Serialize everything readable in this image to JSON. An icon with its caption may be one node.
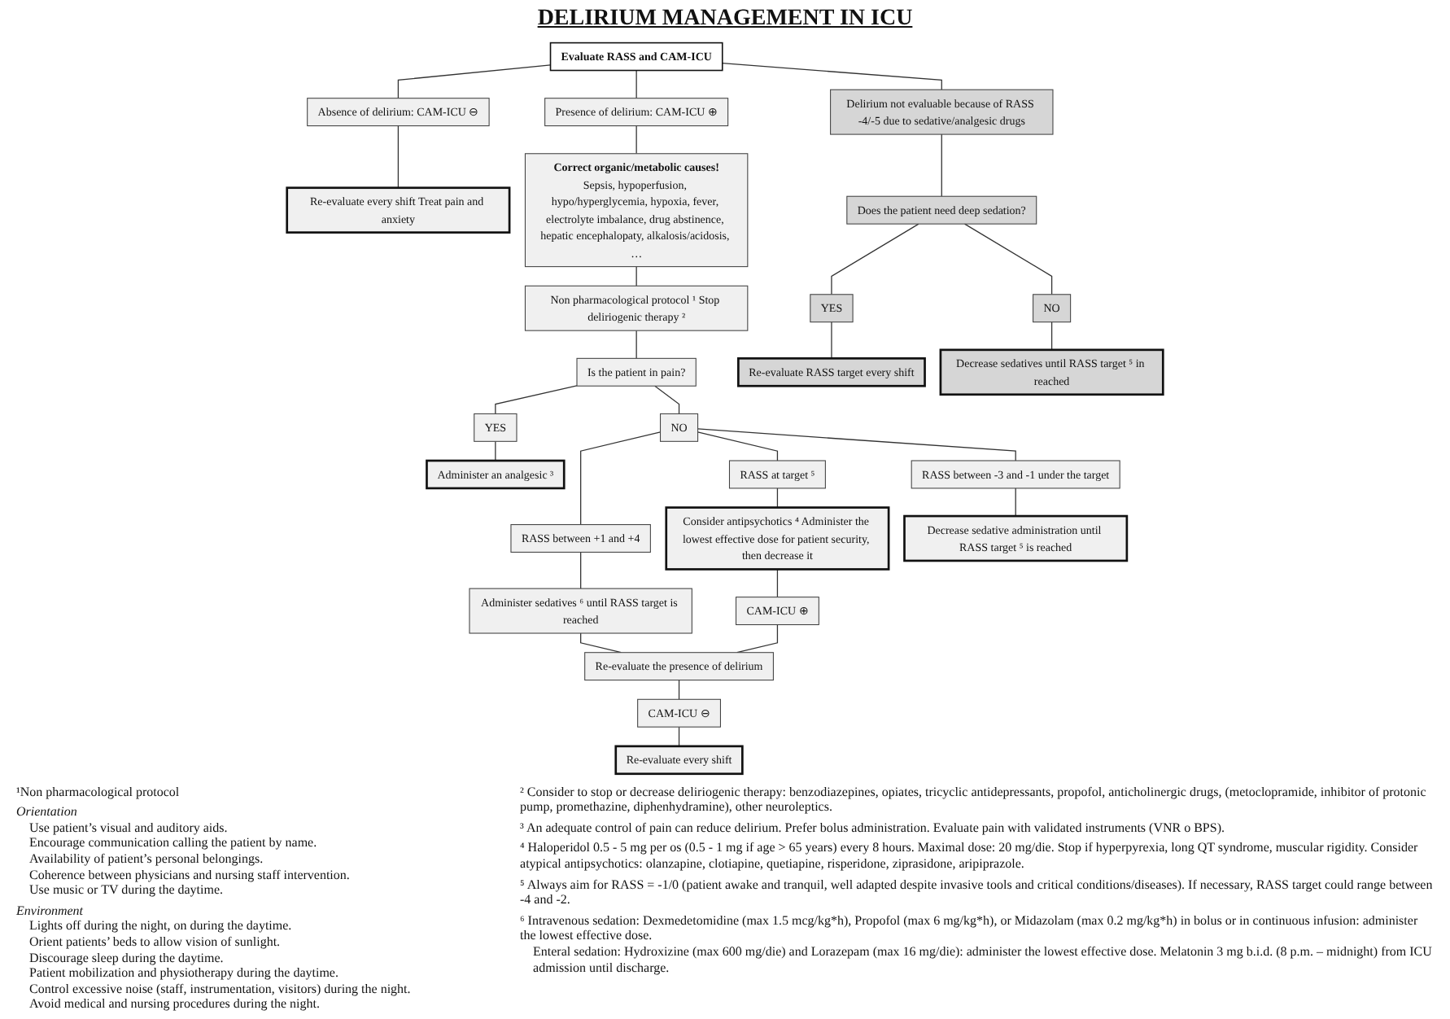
{
  "diagram": {
    "title": "DELIRIUM MANAGEMENT IN ICU",
    "nodes": [
      {
        "text": [
          "Evaluate RASS and CAM-ICU"
        ]
      },
      {
        "text": [
          "Absence of delirium: CAM-ICU ⊖"
        ]
      },
      {
        "text": [
          "Presence of delirium: CAM-ICU ⊕"
        ]
      },
      {
        "text": [
          "Delirium not evaluable because of RASS -4/-5 due to sedative/analgesic drugs"
        ]
      },
      {
        "text": [
          "Re-evaluate every shift Treat pain and anxiety"
        ]
      },
      {
        "text": [
          "Correct organic/metabolic causes!",
          "Sepsis, hypoperfusion, hypo/hyperglycemia, hypoxia, fever, electrolyte imbalance, drug abstinence, hepatic encephalopaty, alkalosis/acidosis, …"
        ]
      },
      {
        "text": [
          "Does the patient need deep sedation?"
        ]
      },
      {
        "text": [
          "Non pharmacological protocol ¹ Stop deliriogenic therapy ²"
        ]
      },
      {
        "text": [
          "YES"
        ]
      },
      {
        "text": [
          "NO"
        ]
      },
      {
        "text": [
          "Re-evaluate RASS target every shift"
        ]
      },
      {
        "text": [
          "Decrease sedatives until RASS target ⁵ in reached"
        ]
      },
      {
        "text": [
          "Is the patient in pain?"
        ]
      },
      {
        "text": [
          "YES"
        ]
      },
      {
        "text": [
          "NO"
        ]
      },
      {
        "text": [
          "Administer an analgesic ³"
        ]
      },
      {
        "text": [
          "RASS at target ⁵"
        ]
      },
      {
        "text": [
          "RASS between +1 and +4"
        ]
      },
      {
        "text": [
          "RASS between -3 and -1 under the target"
        ]
      },
      {
        "text": [
          "Consider antipsychotics ⁴ Administer the lowest effective dose for patient security, then decrease it"
        ]
      },
      {
        "text": [
          "Administer sedatives ⁶ until RASS target is reached"
        ]
      },
      {
        "text": [
          "Decrease sedative administration until RASS target ⁵ is reached"
        ]
      },
      {
        "text": [
          "CAM-ICU ⊕"
        ]
      },
      {
        "text": [
          "Re-evaluate the presence of delirium"
        ]
      },
      {
        "text": [
          "CAM-ICU ⊖"
        ]
      },
      {
        "text": [
          "Re-evaluate every shift"
        ]
      }
    ],
    "edges": [
      {
        "from": 0,
        "to": 1,
        "arrow": "none"
      },
      {
        "from": 1,
        "to": 4,
        "arrow": "none"
      },
      {
        "from": 0,
        "to": 2,
        "arrow": "none"
      },
      {
        "from": 2,
        "to": 5,
        "arrow": "none"
      },
      {
        "from": 5,
        "to": 7,
        "arrow": "none"
      },
      {
        "from": 7,
        "to": 12,
        "arrow": "none"
      },
      {
        "from": 12,
        "to": 13,
        "arrow": "none"
      },
      {
        "from": 12,
        "to": 14,
        "arrow": "none"
      },
      {
        "from": 13,
        "to": 15,
        "arrow": "none"
      },
      {
        "from": 14,
        "to": 16,
        "arrow": "none"
      },
      {
        "from": 14,
        "to": 17,
        "arrow": "none"
      },
      {
        "from": 14,
        "to": 18,
        "arrow": "none"
      },
      {
        "from": 16,
        "to": 19,
        "arrow": "none"
      },
      {
        "from": 17,
        "to": 20,
        "arrow": "none"
      },
      {
        "from": 18,
        "to": 21,
        "arrow": "none"
      },
      {
        "from": 19,
        "to": 22,
        "arrow": "none"
      },
      {
        "from": 20,
        "to": 23,
        "arrow": "none"
      },
      {
        "from": 22,
        "to": 23,
        "arrow": "none"
      },
      {
        "from": 23,
        "to": 24,
        "arrow": "none"
      },
      {
        "from": 24,
        "to": 25,
        "arrow": "none"
      },
      {
        "from": 0,
        "to": 3,
        "arrow": "none"
      },
      {
        "from": 3,
        "to": 6,
        "arrow": "none"
      },
      {
        "from": 6,
        "to": 8,
        "arrow": "none"
      },
      {
        "from": 6,
        "to": 9,
        "arrow": "none"
      },
      {
        "from": 8,
        "to": 10,
        "arrow": "none"
      },
      {
        "from": 9,
        "to": 11,
        "arrow": "none"
      }
    ],
    "labels": [
      "¹Non pharmacological protocol",
      "Orientation",
      "Use patient’s visual and auditory aids.",
      "Encourage communication calling the patient by name.",
      "Availability of patient’s personal belongings.",
      "Coherence between physicians and nursing staff intervention.",
      "Use music or TV during the daytime.",
      "Environment",
      "Lights off during the night, on during the daytime.",
      "Orient patients’ beds to allow vision of sunlight.",
      "Discourage sleep during the daytime.",
      "Patient mobilization and physiotherapy during the daytime.",
      "Control excessive noise (staff, instrumentation, visitors) during the night.",
      "Avoid medical and nursing procedures during the night.",
      "² Consider to stop or decrease deliriogenic therapy: benzodiazepines, opiates, tricyclic antidepressants, propofol, anticholinergic drugs, (metoclopramide, inhibitor of protonic pump, promethazine, diphenhydramine), other neuroleptics.",
      "³ An adequate control of pain can reduce delirium. Prefer bolus administration. Evaluate pain with validated instruments (VNR o BPS).",
      "⁴ Haloperidol 0.5 - 5 mg per os (0.5 - 1 mg if age > 65 years) every 8 hours. Maximal dose: 20 mg/die. Stop if hyperpyrexia, long QT syndrome, muscular rigidity. Consider atypical antipsychotics: olanzapine, clotiapine, quetiapine, risperidone, ziprasidone, aripiprazole.",
      "⁵ Always aim for RASS = -1/0 (patient awake and tranquil, well adapted despite invasive tools and critical conditions/diseases). If necessary, RASS target could range between -4 and -2.",
      "⁶ Intravenous sedation: Dexmedetomidine (max 1.5 mcg/kg*h), Propofol (max 6 mg/kg*h), or Midazolam (max 0.2 mg/kg*h) in bolus or in continuous infusion: administer the lowest effective dose.",
      "Enteral sedation: Hydroxizine (max 600 mg/die) and Lorazepam (max 16 mg/die): administer the lowest effective dose. Melatonin 3 mg b.i.d. (8 p.m. – midnight) from ICU admission until discharge."
    ]
  }
}
